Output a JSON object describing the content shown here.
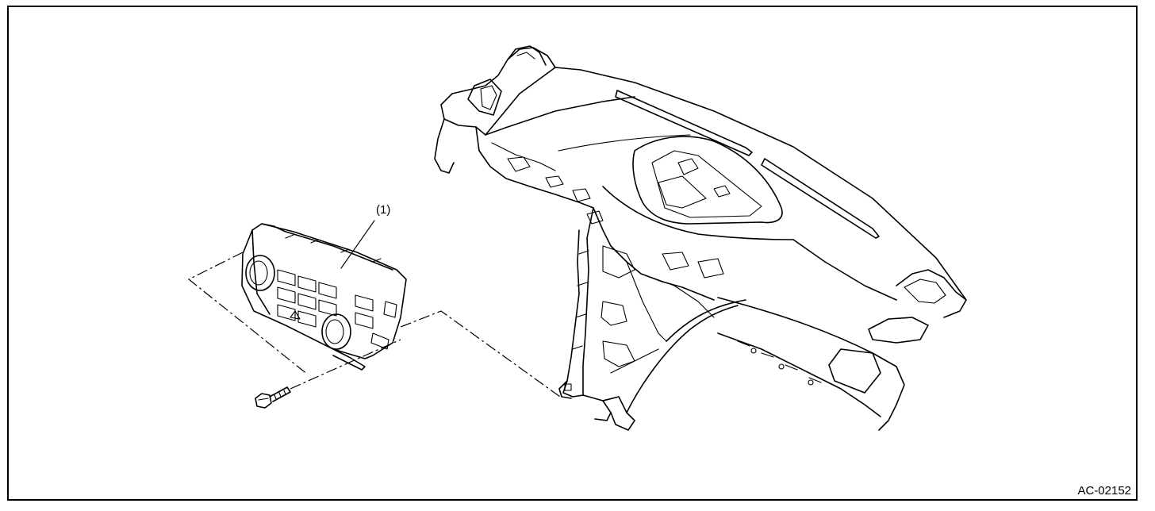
{
  "figure": {
    "callout": "(1)",
    "code": "AC-02152"
  },
  "parts": {
    "control_unit": "climate-control-panel",
    "dashboard": "instrument-panel",
    "fastener": "screw"
  },
  "colors": {
    "line": "#000000",
    "background": "#ffffff"
  }
}
